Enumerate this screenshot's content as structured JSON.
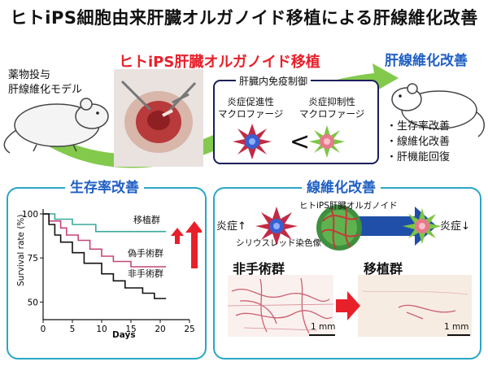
{
  "main_title": "ヒトiPS細胞由来肝臓オルガノイド移植による肝線維化改善",
  "model": {
    "line1": "薬物投与",
    "line2": "肝線維化モデル"
  },
  "transplant_title": "ヒトiPS肝臓オルガノイド移植",
  "improvement_title": "肝線維化改善",
  "immune": {
    "title": "肝臓内免疫制御",
    "pro_line1": "炎症促進性",
    "pro_line2": "マクロファージ",
    "anti_line1": "炎症抑制性",
    "anti_line2": "マクロファージ",
    "less_than": "<"
  },
  "outcomes": {
    "item1": "・生存率改善",
    "item2": "・線維化改善",
    "item3": "・肝機能回復"
  },
  "survival_panel": {
    "title": "生存率改善",
    "label_transplant": "移植群",
    "label_sham": "偽手術群",
    "label_non": "非手術群"
  },
  "fibrosis_panel": {
    "title": "線維化改善",
    "organoid_label": "ヒトiPS肝臓オルガノイド",
    "inflam_up": "炎症↑",
    "inflam_down": "炎症↓",
    "stain_label": "シリウスレッド染色像",
    "group_non": "非手術群",
    "group_trans": "移植群",
    "scale1": "1 mm",
    "scale2": "1 mm"
  },
  "colors": {
    "red": "#e8202a",
    "blue": "#1f5fc4",
    "panel_border": "#2aa6c6",
    "green": "#7cc642",
    "transplant_line": "#3aa89a",
    "sham_line": "#c4457a",
    "non_line": "#111111"
  },
  "chart_data": {
    "type": "line",
    "title": "",
    "xlabel": "Days",
    "ylabel": "Survival rate (%)",
    "xlim": [
      0,
      25
    ],
    "ylim": [
      40,
      100
    ],
    "xticks": [
      0,
      5,
      10,
      15,
      20,
      25
    ],
    "yticks": [
      50,
      75,
      100
    ],
    "grid": false,
    "legend": "inline labels",
    "series": [
      {
        "name": "移植群",
        "step": true,
        "points": [
          [
            0,
            100
          ],
          [
            2,
            100
          ],
          [
            2,
            97
          ],
          [
            5,
            97
          ],
          [
            5,
            94
          ],
          [
            9,
            94
          ],
          [
            9,
            90
          ],
          [
            21,
            90
          ]
        ]
      },
      {
        "name": "偽手術群",
        "step": true,
        "points": [
          [
            0,
            100
          ],
          [
            1,
            100
          ],
          [
            1,
            96
          ],
          [
            3,
            96
          ],
          [
            3,
            92
          ],
          [
            4,
            92
          ],
          [
            4,
            88
          ],
          [
            6,
            88
          ],
          [
            6,
            85
          ],
          [
            8,
            85
          ],
          [
            8,
            80
          ],
          [
            10,
            80
          ],
          [
            10,
            76
          ],
          [
            12,
            76
          ],
          [
            12,
            73
          ],
          [
            15,
            73
          ],
          [
            15,
            70
          ],
          [
            21,
            70
          ]
        ]
      },
      {
        "name": "非手術群",
        "step": true,
        "points": [
          [
            0,
            100
          ],
          [
            1,
            100
          ],
          [
            1,
            94
          ],
          [
            2,
            94
          ],
          [
            2,
            88
          ],
          [
            3,
            88
          ],
          [
            3,
            84
          ],
          [
            5,
            84
          ],
          [
            5,
            78
          ],
          [
            7,
            78
          ],
          [
            7,
            72
          ],
          [
            10,
            72
          ],
          [
            10,
            66
          ],
          [
            12,
            66
          ],
          [
            12,
            62
          ],
          [
            14,
            62
          ],
          [
            14,
            58
          ],
          [
            17,
            58
          ],
          [
            17,
            55
          ],
          [
            19,
            55
          ],
          [
            19,
            52
          ],
          [
            21,
            52
          ]
        ]
      }
    ]
  }
}
